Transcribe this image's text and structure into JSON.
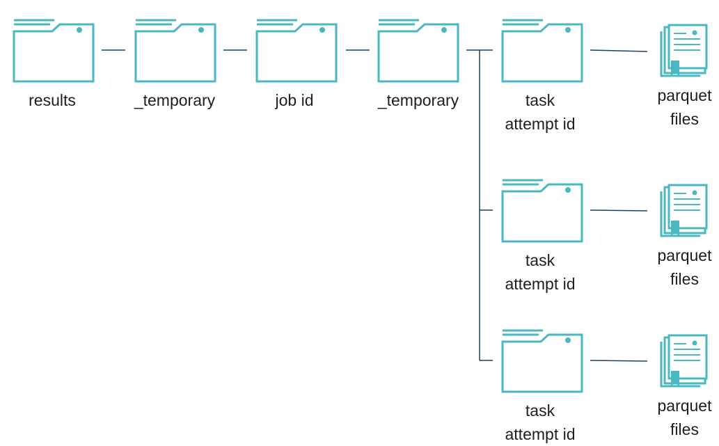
{
  "colors": {
    "icon_stroke": "#4ab8c1",
    "connector": "#1f4057",
    "label_text": "#1e1e1e",
    "background": "#ffffff"
  },
  "icons": {
    "folder": "folder-icon",
    "file_stack": "document-stack-icon"
  },
  "path": {
    "results": "results",
    "temporary_1": "_temporary",
    "job_id": "job id",
    "temporary_2": "_temporary"
  },
  "tasks": [
    {
      "folder_line1": "task",
      "folder_line2": "attempt id",
      "files_line1": "parquet",
      "files_line2": "files"
    },
    {
      "folder_line1": "task",
      "folder_line2": "attempt id",
      "files_line1": "parquet",
      "files_line2": "files"
    },
    {
      "folder_line1": "task",
      "folder_line2": "attempt id",
      "files_line1": "parquet",
      "files_line2": "files"
    }
  ]
}
